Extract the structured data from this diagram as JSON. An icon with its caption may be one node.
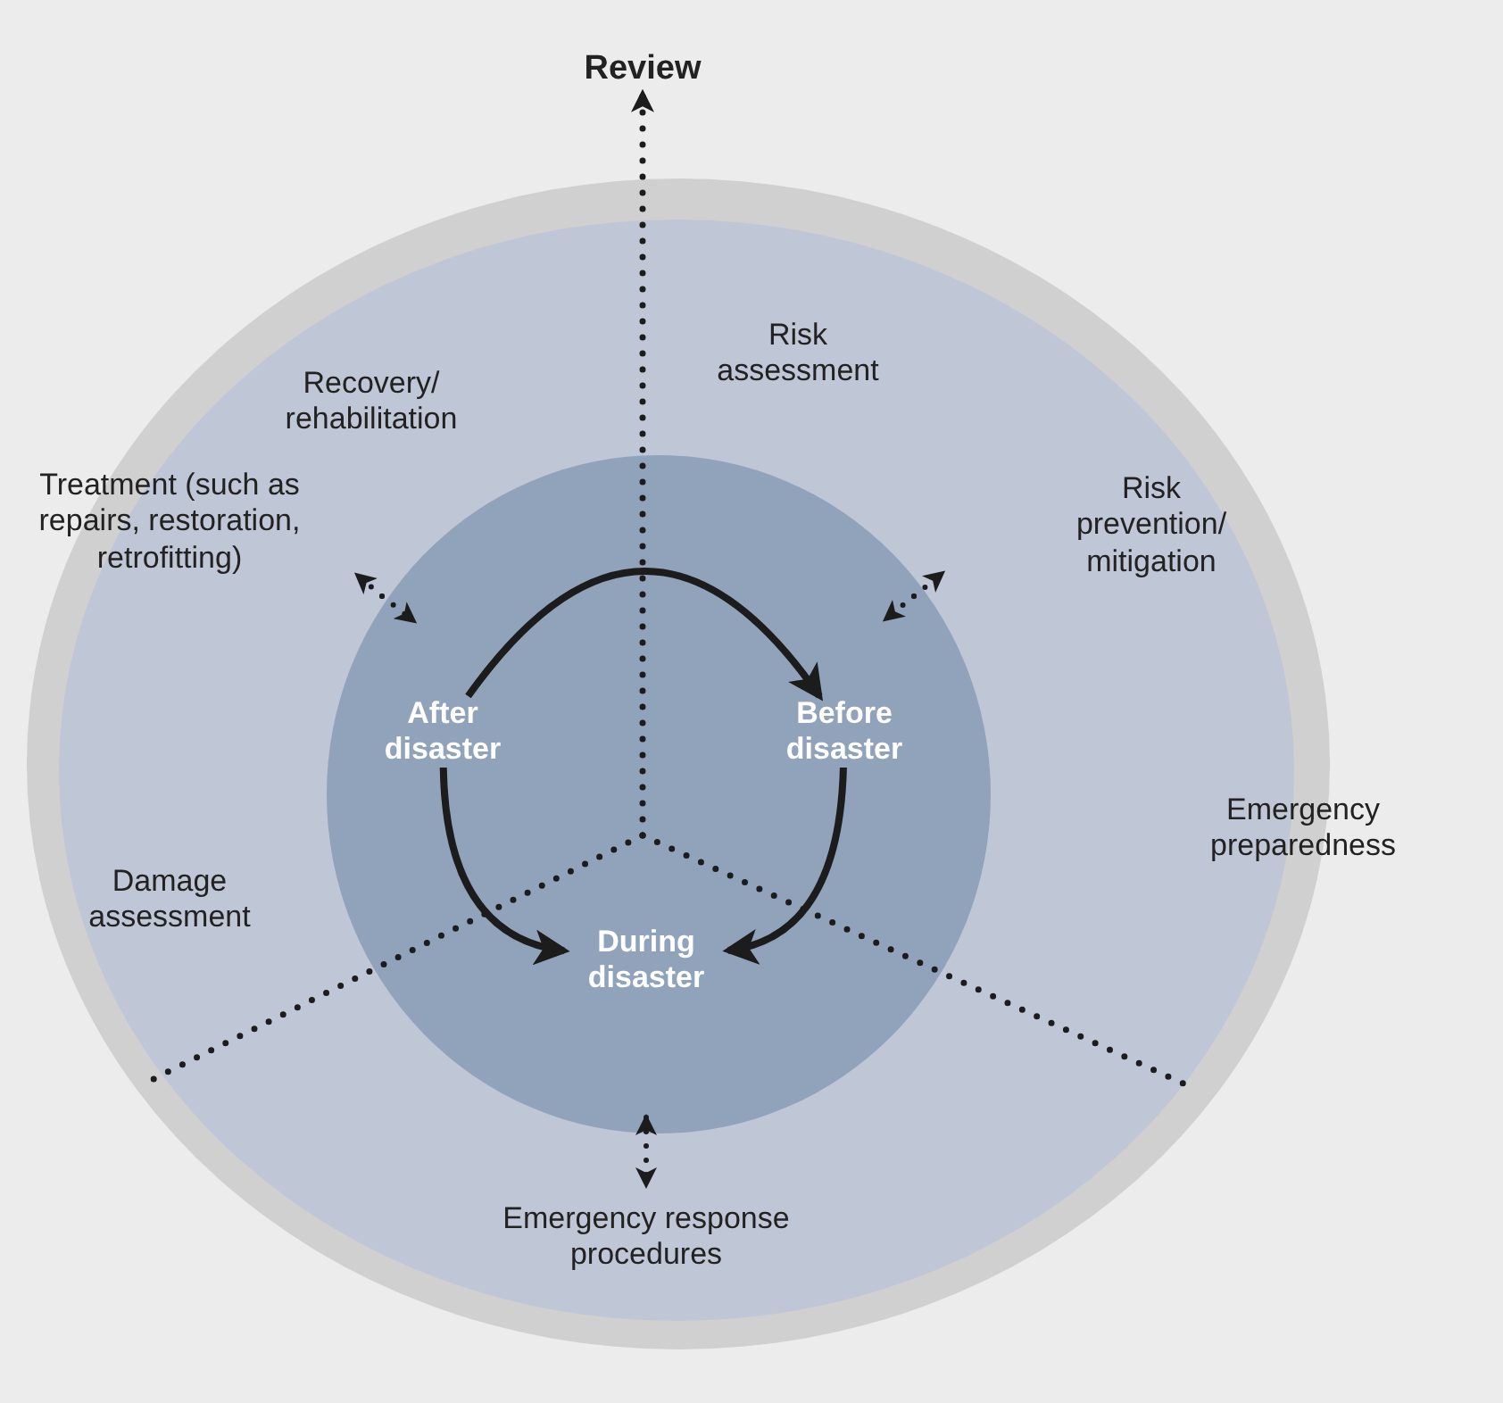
{
  "diagram": {
    "nodes": [
      {
        "text": [],
        "shape": "circle"
      },
      {
        "text": [],
        "shape": "circle",
        "in": 0
      },
      {
        "text": [
          "Review"
        ]
      },
      {
        "text": [
          "After disaster"
        ],
        "in": 1
      },
      {
        "text": [
          "Before disaster"
        ],
        "in": 1
      },
      {
        "text": [
          "During disaster"
        ],
        "in": 1
      }
    ],
    "edges": [
      {
        "from": null,
        "to": 2,
        "arrow": "to",
        "style": "dashed"
      },
      {
        "from": 3,
        "to": 4,
        "arrow": "to"
      },
      {
        "from": 4,
        "to": 5,
        "arrow": "to"
      },
      {
        "from": 3,
        "to": 5,
        "arrow": "to"
      }
    ],
    "labels": [
      "Risk assessment",
      "Recovery/ rehabilitation",
      "Risk prevention/ mitigation",
      "Treatment (such as repairs, restoration, retrofitting)",
      "Emergency preparedness",
      "Damage assessment",
      "Emergency response procedures"
    ]
  }
}
